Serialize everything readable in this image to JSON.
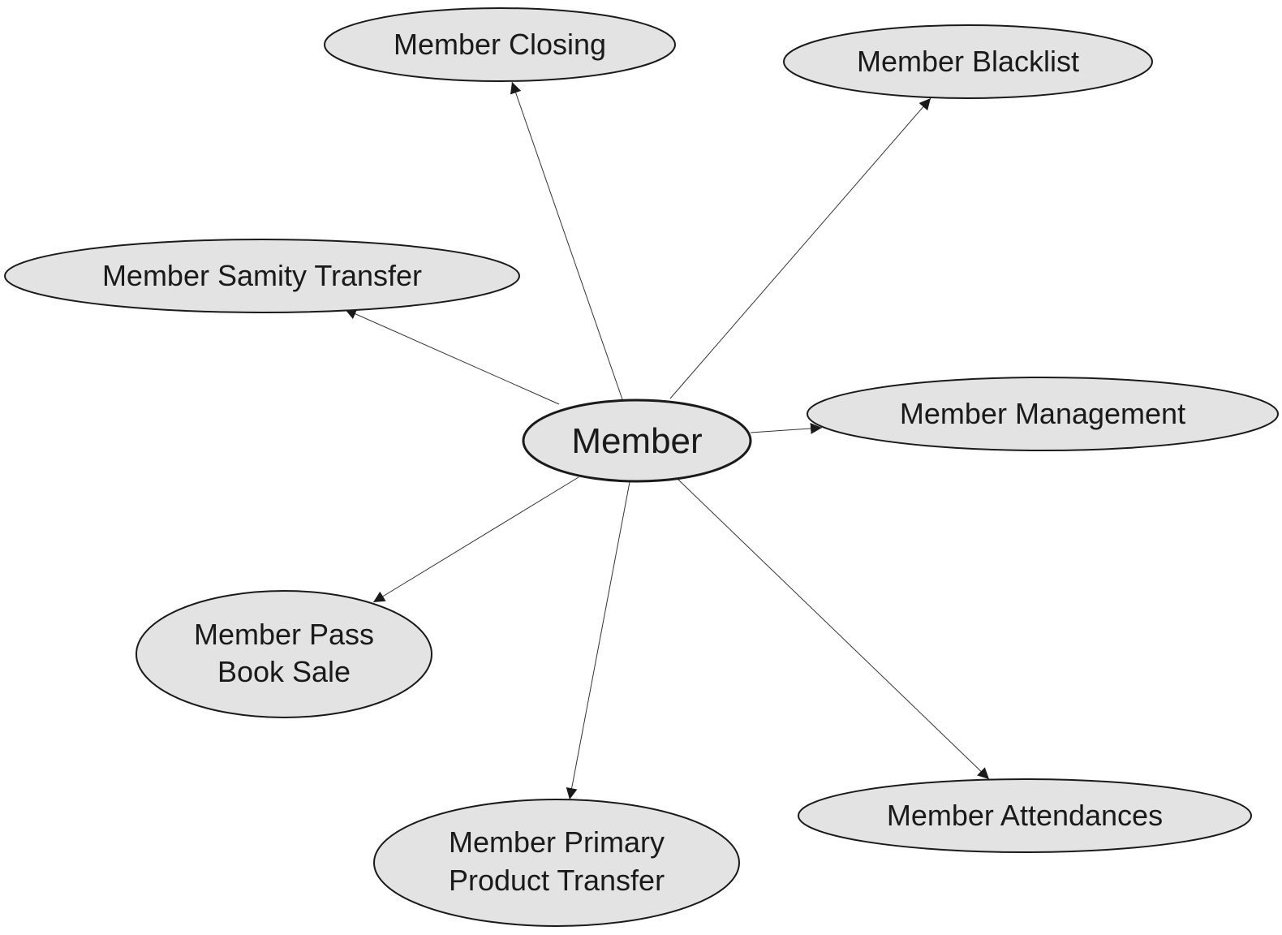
{
  "center": {
    "label": "Member"
  },
  "nodes": {
    "closing": {
      "lines": [
        "Member Closing"
      ]
    },
    "blacklist": {
      "lines": [
        "Member Blacklist"
      ]
    },
    "samity_transfer": {
      "lines": [
        "Member Samity Transfer"
      ]
    },
    "management": {
      "lines": [
        "Member Management"
      ]
    },
    "pass_book_sale": {
      "lines": [
        "Member Pass",
        "Book Sale"
      ]
    },
    "primary_product_transfer": {
      "lines": [
        "Member Primary",
        "Product Transfer"
      ]
    },
    "attendances": {
      "lines": [
        "Member Attendances"
      ]
    }
  },
  "edges": [
    {
      "from": "center",
      "to": "closing"
    },
    {
      "from": "center",
      "to": "blacklist"
    },
    {
      "from": "center",
      "to": "samity_transfer"
    },
    {
      "from": "center",
      "to": "management"
    },
    {
      "from": "center",
      "to": "pass_book_sale"
    },
    {
      "from": "center",
      "to": "primary_product_transfer"
    },
    {
      "from": "center",
      "to": "attendances"
    }
  ]
}
